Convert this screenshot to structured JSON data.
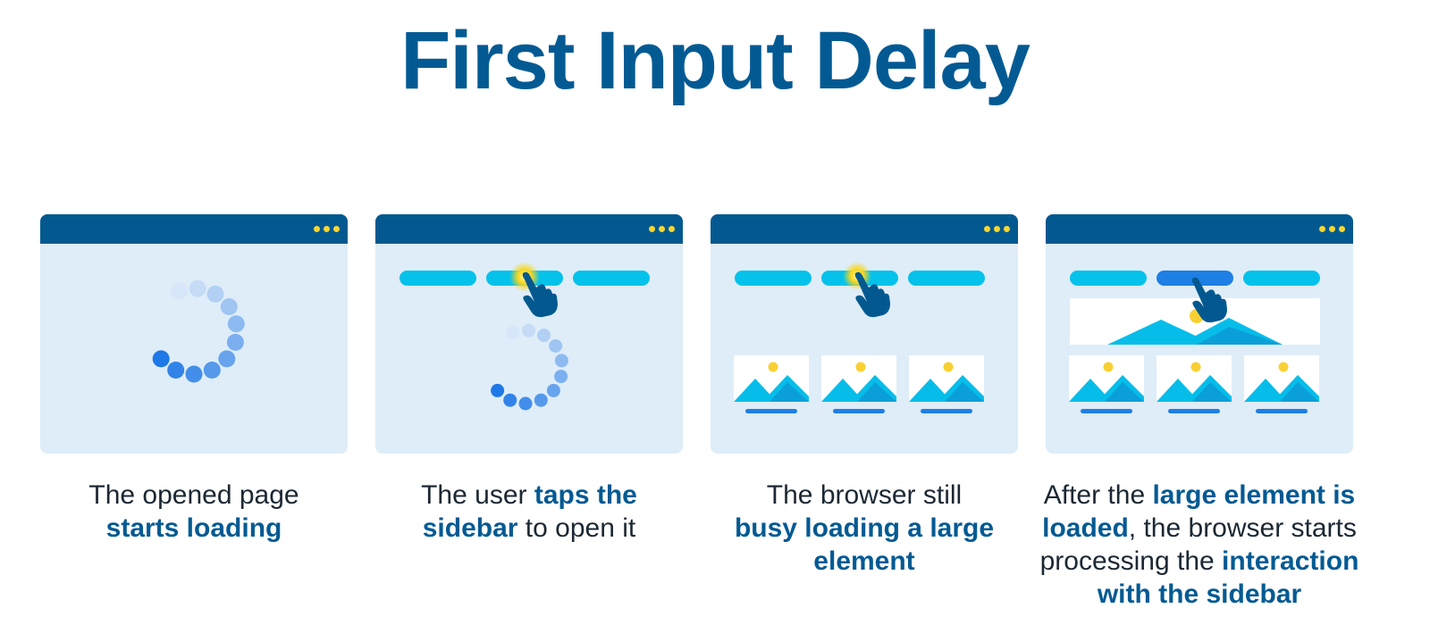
{
  "title": "First Input Delay",
  "colors": {
    "title": "#035a93",
    "header_bar": "#03598f",
    "panel_bg": "#deedf8",
    "window_dots": "#f7d633",
    "nav_pill": "#05c2ea",
    "nav_pill_active": "#1e7fe4",
    "cursor_hand": "#03598f",
    "tap_glow": "#f9d71c",
    "mountain": "#06bde9",
    "caption_text": "#1c2833",
    "caption_highlight": "#035a93"
  },
  "icons": [
    "window-dots-icon",
    "loading-spinner-icon",
    "pointer-hand-icon",
    "image-placeholder-icon"
  ],
  "steps": [
    {
      "caption": {
        "t1": "The opened page",
        "b1": "starts loading"
      }
    },
    {
      "caption": {
        "t1": "The user ",
        "b1": "taps the",
        "b2": "sidebar",
        "t2": " to open it"
      }
    },
    {
      "caption": {
        "t1": "The browser still",
        "b1": "busy loading a large",
        "b2": "element"
      }
    },
    {
      "caption": {
        "t1": "After the ",
        "b1": "large element is",
        "b2": "loaded",
        "t2": ", the browser starts",
        "t3": "processing the ",
        "b3": "interaction",
        "b4": "with the sidebar"
      }
    }
  ]
}
